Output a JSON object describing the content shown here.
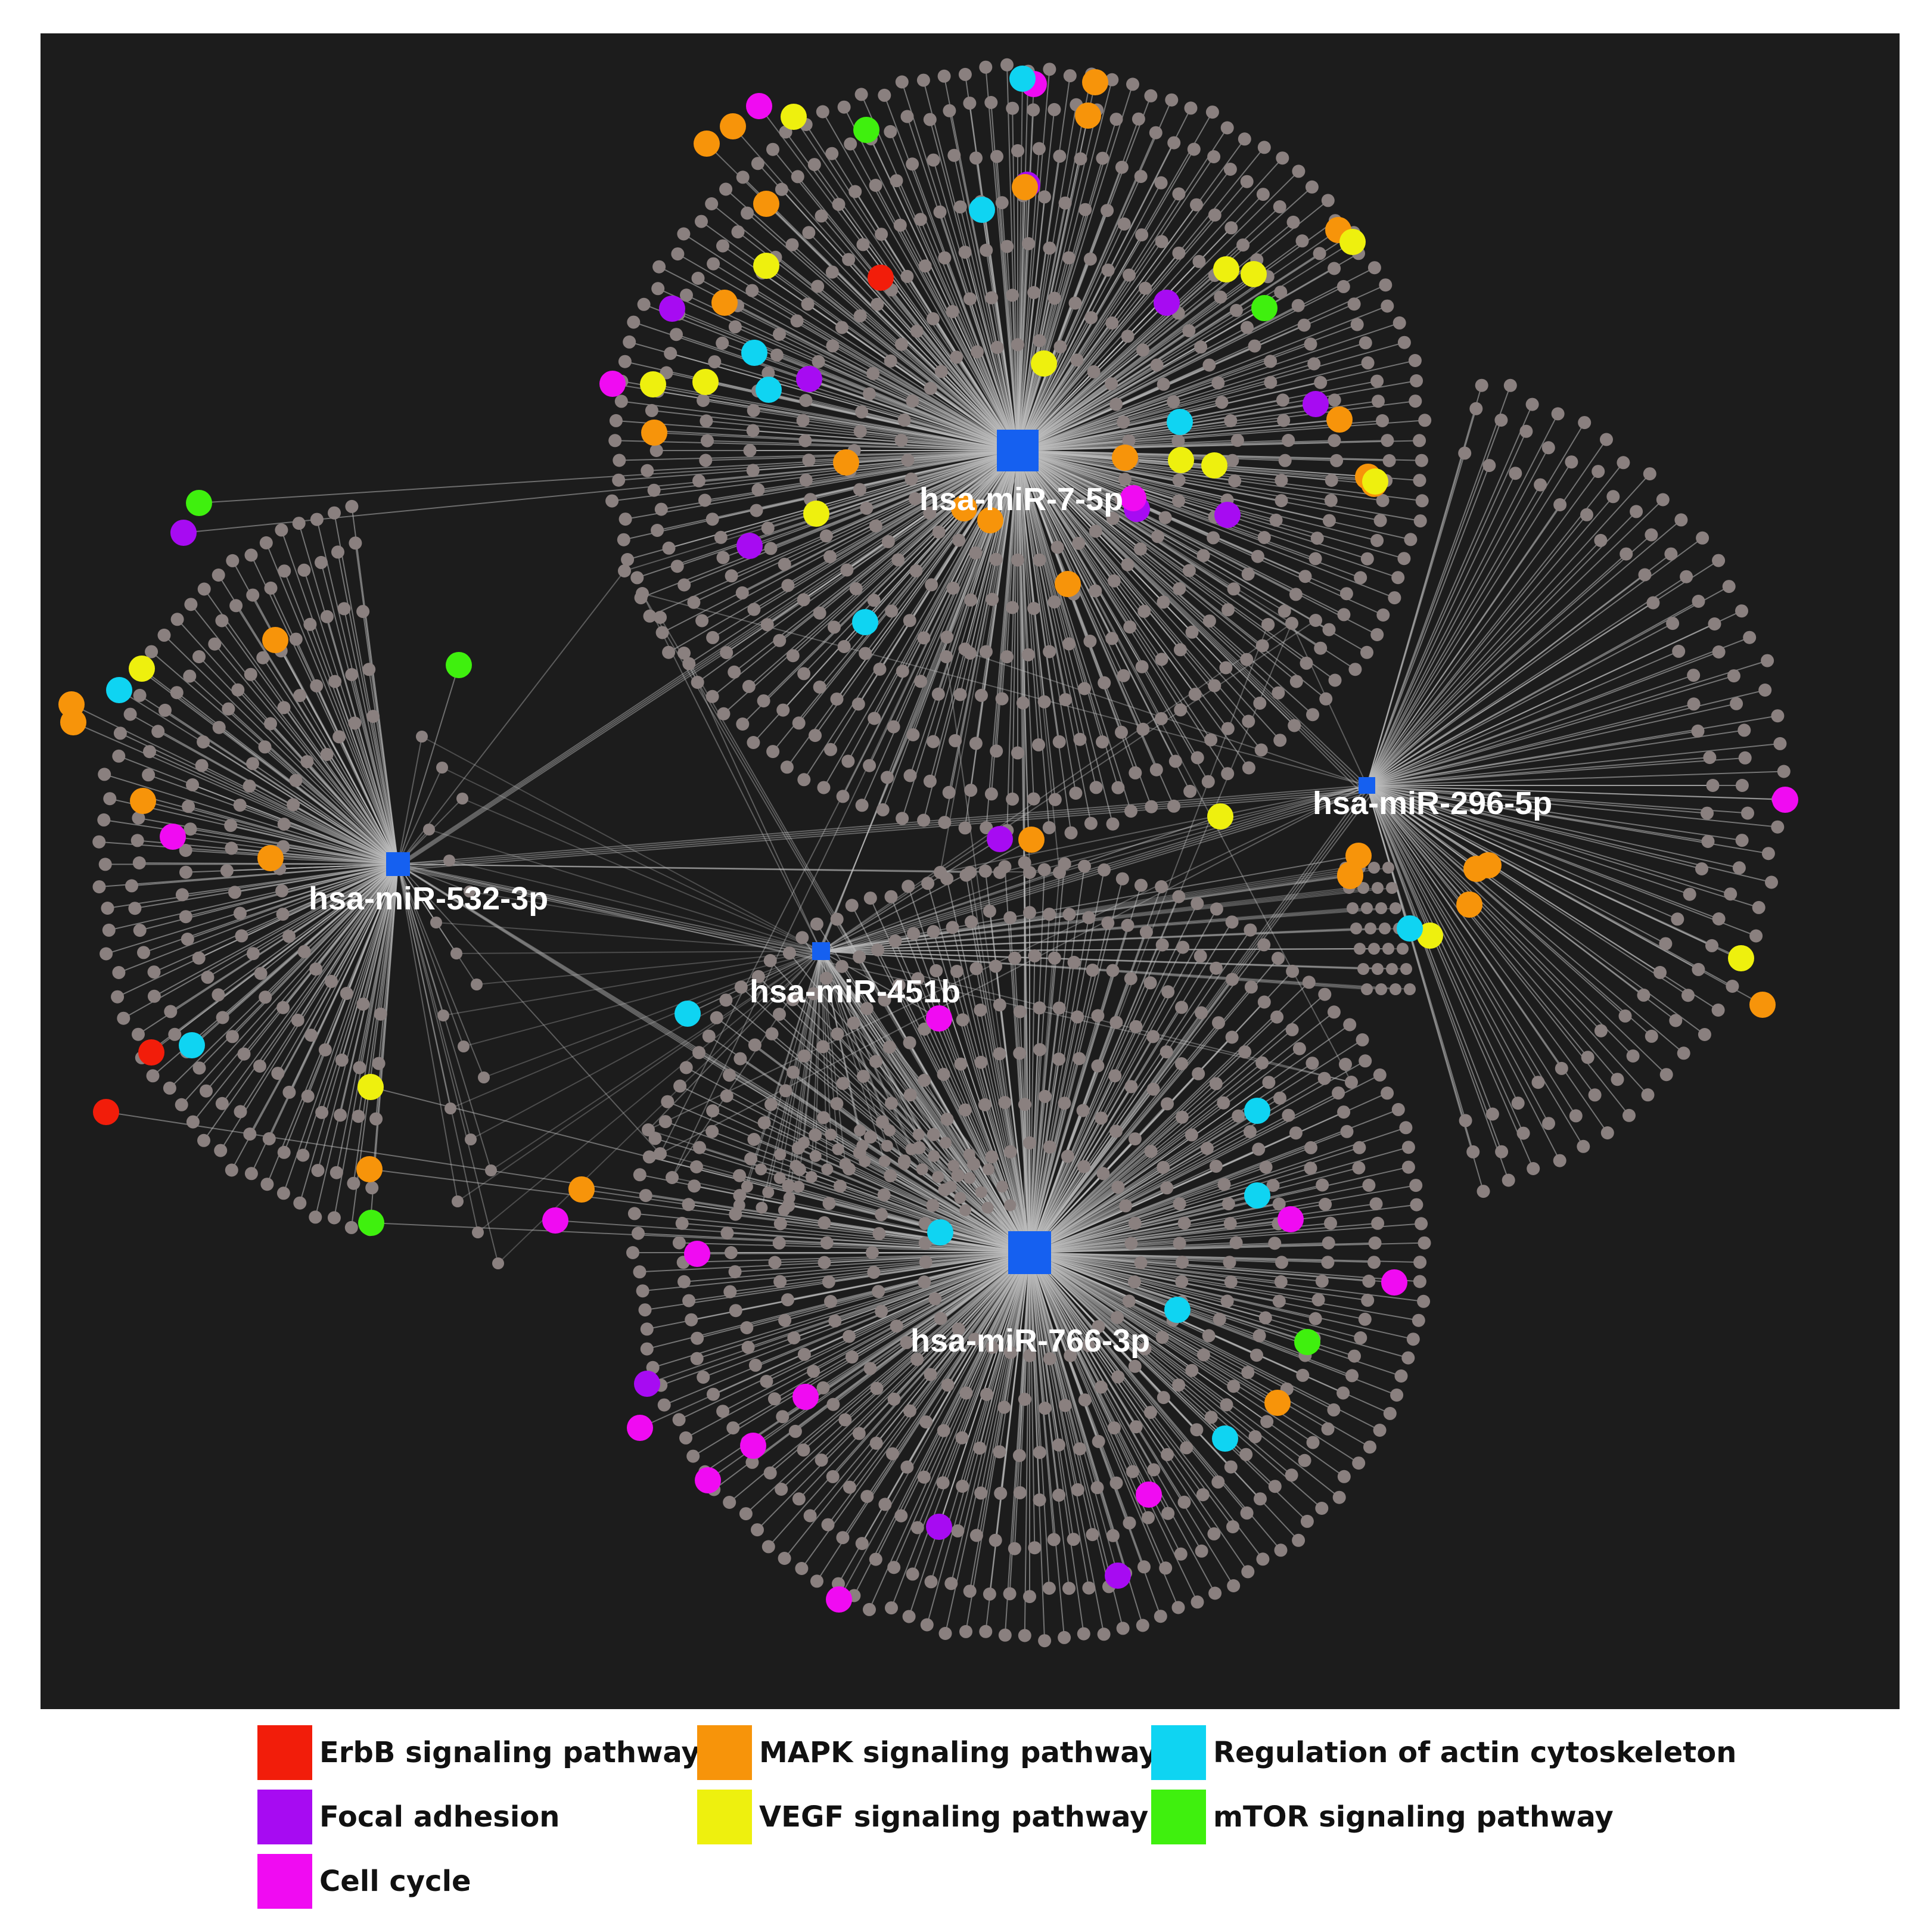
{
  "diagram": {
    "hubs": [
      {
        "id": "miR-7-5p",
        "label": "hsa-miR-7-5p"
      },
      {
        "id": "miR-532-3p",
        "label": "hsa-miR-532-3p"
      },
      {
        "id": "miR-296-5p",
        "label": "hsa-miR-296-5p"
      },
      {
        "id": "miR-451b",
        "label": "hsa-miR-451b"
      },
      {
        "id": "miR-766-3p",
        "label": "hsa-miR-766-3p"
      }
    ],
    "colors": {
      "background": "#1c1c1c",
      "hub": "#1560f0",
      "edge": "#bdbdbd",
      "target_node": "#8a807f",
      "erbb": "#f21d0a",
      "focal": "#a70bf2",
      "cell_cycle": "#f00bf2",
      "mapk": "#f7940a",
      "vegf": "#eef00e",
      "actin": "#0fd4f2",
      "mtor": "#3ff00e"
    }
  },
  "legend": [
    {
      "label": "ErbB signaling pathway",
      "color": "#f21d0a"
    },
    {
      "label": "Focal adhesion",
      "color": "#a70bf2"
    },
    {
      "label": "Cell cycle",
      "color": "#f00bf2"
    },
    {
      "label": "MAPK signaling pathway",
      "color": "#f7940a"
    },
    {
      "label": "VEGF signaling pathway",
      "color": "#eef00e"
    },
    {
      "label": "Regulation of actin cytoskeleton",
      "color": "#0fd4f2"
    },
    {
      "label": "mTOR signaling pathway",
      "color": "#3ff00e"
    }
  ]
}
